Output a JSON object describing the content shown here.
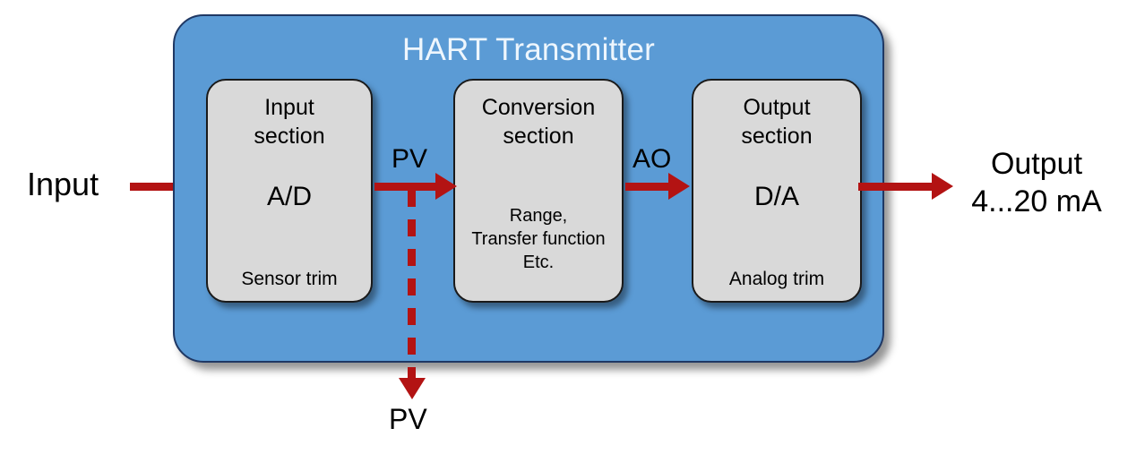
{
  "diagram": {
    "title": "HART Transmitter",
    "colors": {
      "container_fill": "#5B9BD5",
      "container_border": "#1F3864",
      "block_fill": "#D9D9D9",
      "block_border": "#1A1A1A",
      "arrow": "#B31313",
      "title_text": "#EEF6FD",
      "body_text": "#000000",
      "page_background": "#FFFFFF"
    },
    "blocks": [
      {
        "id": "input",
        "heading_line1": "Input",
        "heading_line2": "section",
        "main": "A/D",
        "footer": "Sensor trim"
      },
      {
        "id": "conversion",
        "heading_line1": "Conversion",
        "heading_line2": "section",
        "detail_line1": "Range,",
        "detail_line2": "Transfer function",
        "detail_line3": "Etc."
      },
      {
        "id": "output",
        "heading_line1": "Output",
        "heading_line2": "section",
        "main": "D/A",
        "footer": "Analog trim"
      }
    ],
    "labels": {
      "input": "Input",
      "output_line1": "Output",
      "output_line2": "4...20 mA",
      "pv_top": "PV",
      "ao": "AO",
      "pv_bottom": "PV"
    }
  }
}
